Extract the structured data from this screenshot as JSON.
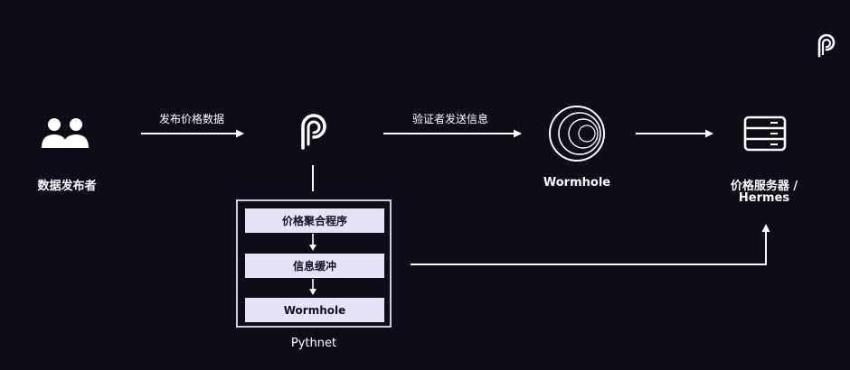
{
  "nodes": {
    "publisher": {
      "label": "数据发布者"
    },
    "wormhole": {
      "label": "Wormhole"
    },
    "server": {
      "label_line1": "价格服务器 /",
      "label_line2": "Hermes"
    },
    "pythnet": {
      "label": "Pythnet"
    }
  },
  "edges": {
    "publish": {
      "label": "发布价格数据"
    },
    "verify": {
      "label": "验证者发送信息"
    }
  },
  "pythnet_steps": [
    {
      "label": "价格聚合程序"
    },
    {
      "label": "信息缓冲"
    },
    {
      "label": "Wormhole"
    }
  ],
  "icons": {
    "brand": "pyth-logo-icon",
    "publisher": "users-icon",
    "center": "pyth-logo-icon",
    "wormhole": "wormhole-icon",
    "server": "server-icon"
  },
  "colors": {
    "background": "#0f0c18",
    "foreground": "#ffffff",
    "box_fill": "#e7e2f6",
    "box_text": "#14101f",
    "frame": "#cfc9dd"
  }
}
